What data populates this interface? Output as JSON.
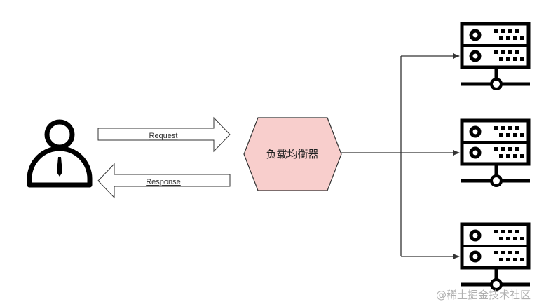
{
  "diagram": {
    "client": {
      "icon": "user-icon"
    },
    "request_label": "Request",
    "response_label": "Response",
    "load_balancer": {
      "label": "负载均衡器",
      "fill": "#f8cecc"
    },
    "servers": [
      {
        "icon": "server-icon"
      },
      {
        "icon": "server-icon"
      },
      {
        "icon": "server-icon"
      }
    ]
  },
  "watermark": "@稀土掘金技术社区"
}
